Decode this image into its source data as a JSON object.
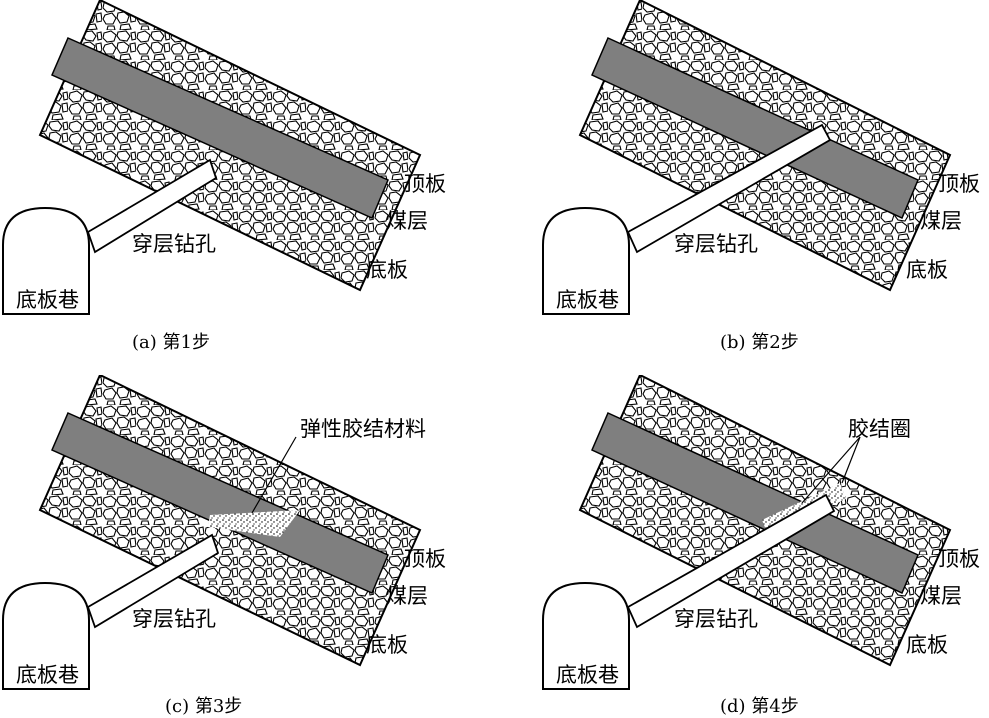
{
  "panels": [
    {
      "caption": "(a) 第1步",
      "step": 1,
      "labels": {
        "roof": "顶板",
        "coal": "煤层",
        "floor": "底板",
        "borehole": "穿层钻孔",
        "roadway": "底板巷"
      }
    },
    {
      "caption": "(b) 第2步",
      "step": 2,
      "labels": {
        "roof": "顶板",
        "coal": "煤层",
        "floor": "底板",
        "borehole": "穿层钻孔",
        "roadway": "底板巷"
      }
    },
    {
      "caption": "(c) 第3步",
      "step": 3,
      "labels": {
        "roof": "顶板",
        "coal": "煤层",
        "floor": "底板",
        "borehole": "穿层钻孔",
        "roadway": "底板巷",
        "callout": "弹性胶结材料"
      }
    },
    {
      "caption": "(d) 第4步",
      "step": 4,
      "labels": {
        "roof": "顶板",
        "coal": "煤层",
        "floor": "底板",
        "borehole": "穿层钻孔",
        "roadway": "底板巷",
        "callout": "胶结圈"
      }
    }
  ],
  "colors": {
    "coal": "#7f7f7f",
    "rock_fill": "#ffffff",
    "line": "#000000"
  }
}
